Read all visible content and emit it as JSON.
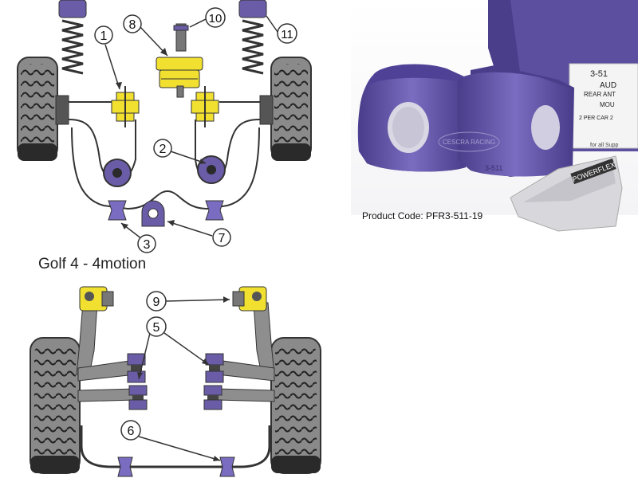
{
  "diagram": {
    "caption": "Golf 4 - 4motion",
    "callouts": {
      "c1": "1",
      "c2": "2",
      "c3": "3",
      "c5": "5",
      "c6": "6",
      "c7": "7",
      "c8": "8",
      "c9": "9",
      "c10": "10",
      "c11": "11"
    }
  },
  "product": {
    "code_text": "Product Code: PFR3-511-19",
    "box_lines": [
      "3-51",
      "AUD",
      "REAR ANT",
      "MOU",
      "2 PER CAR 2",
      "for all Supp"
    ],
    "part_mark": "3-511",
    "emblem_text": "CESCRA RACING",
    "packet_text": "POWERFLEX"
  },
  "colors": {
    "bush_purple": "#6b5ca8",
    "bush_yellow": "#f2e030",
    "tyre_grey": "#7a7a7a",
    "hub_dark": "#2a2a2a",
    "arm_grey": "#9a9a9a"
  }
}
